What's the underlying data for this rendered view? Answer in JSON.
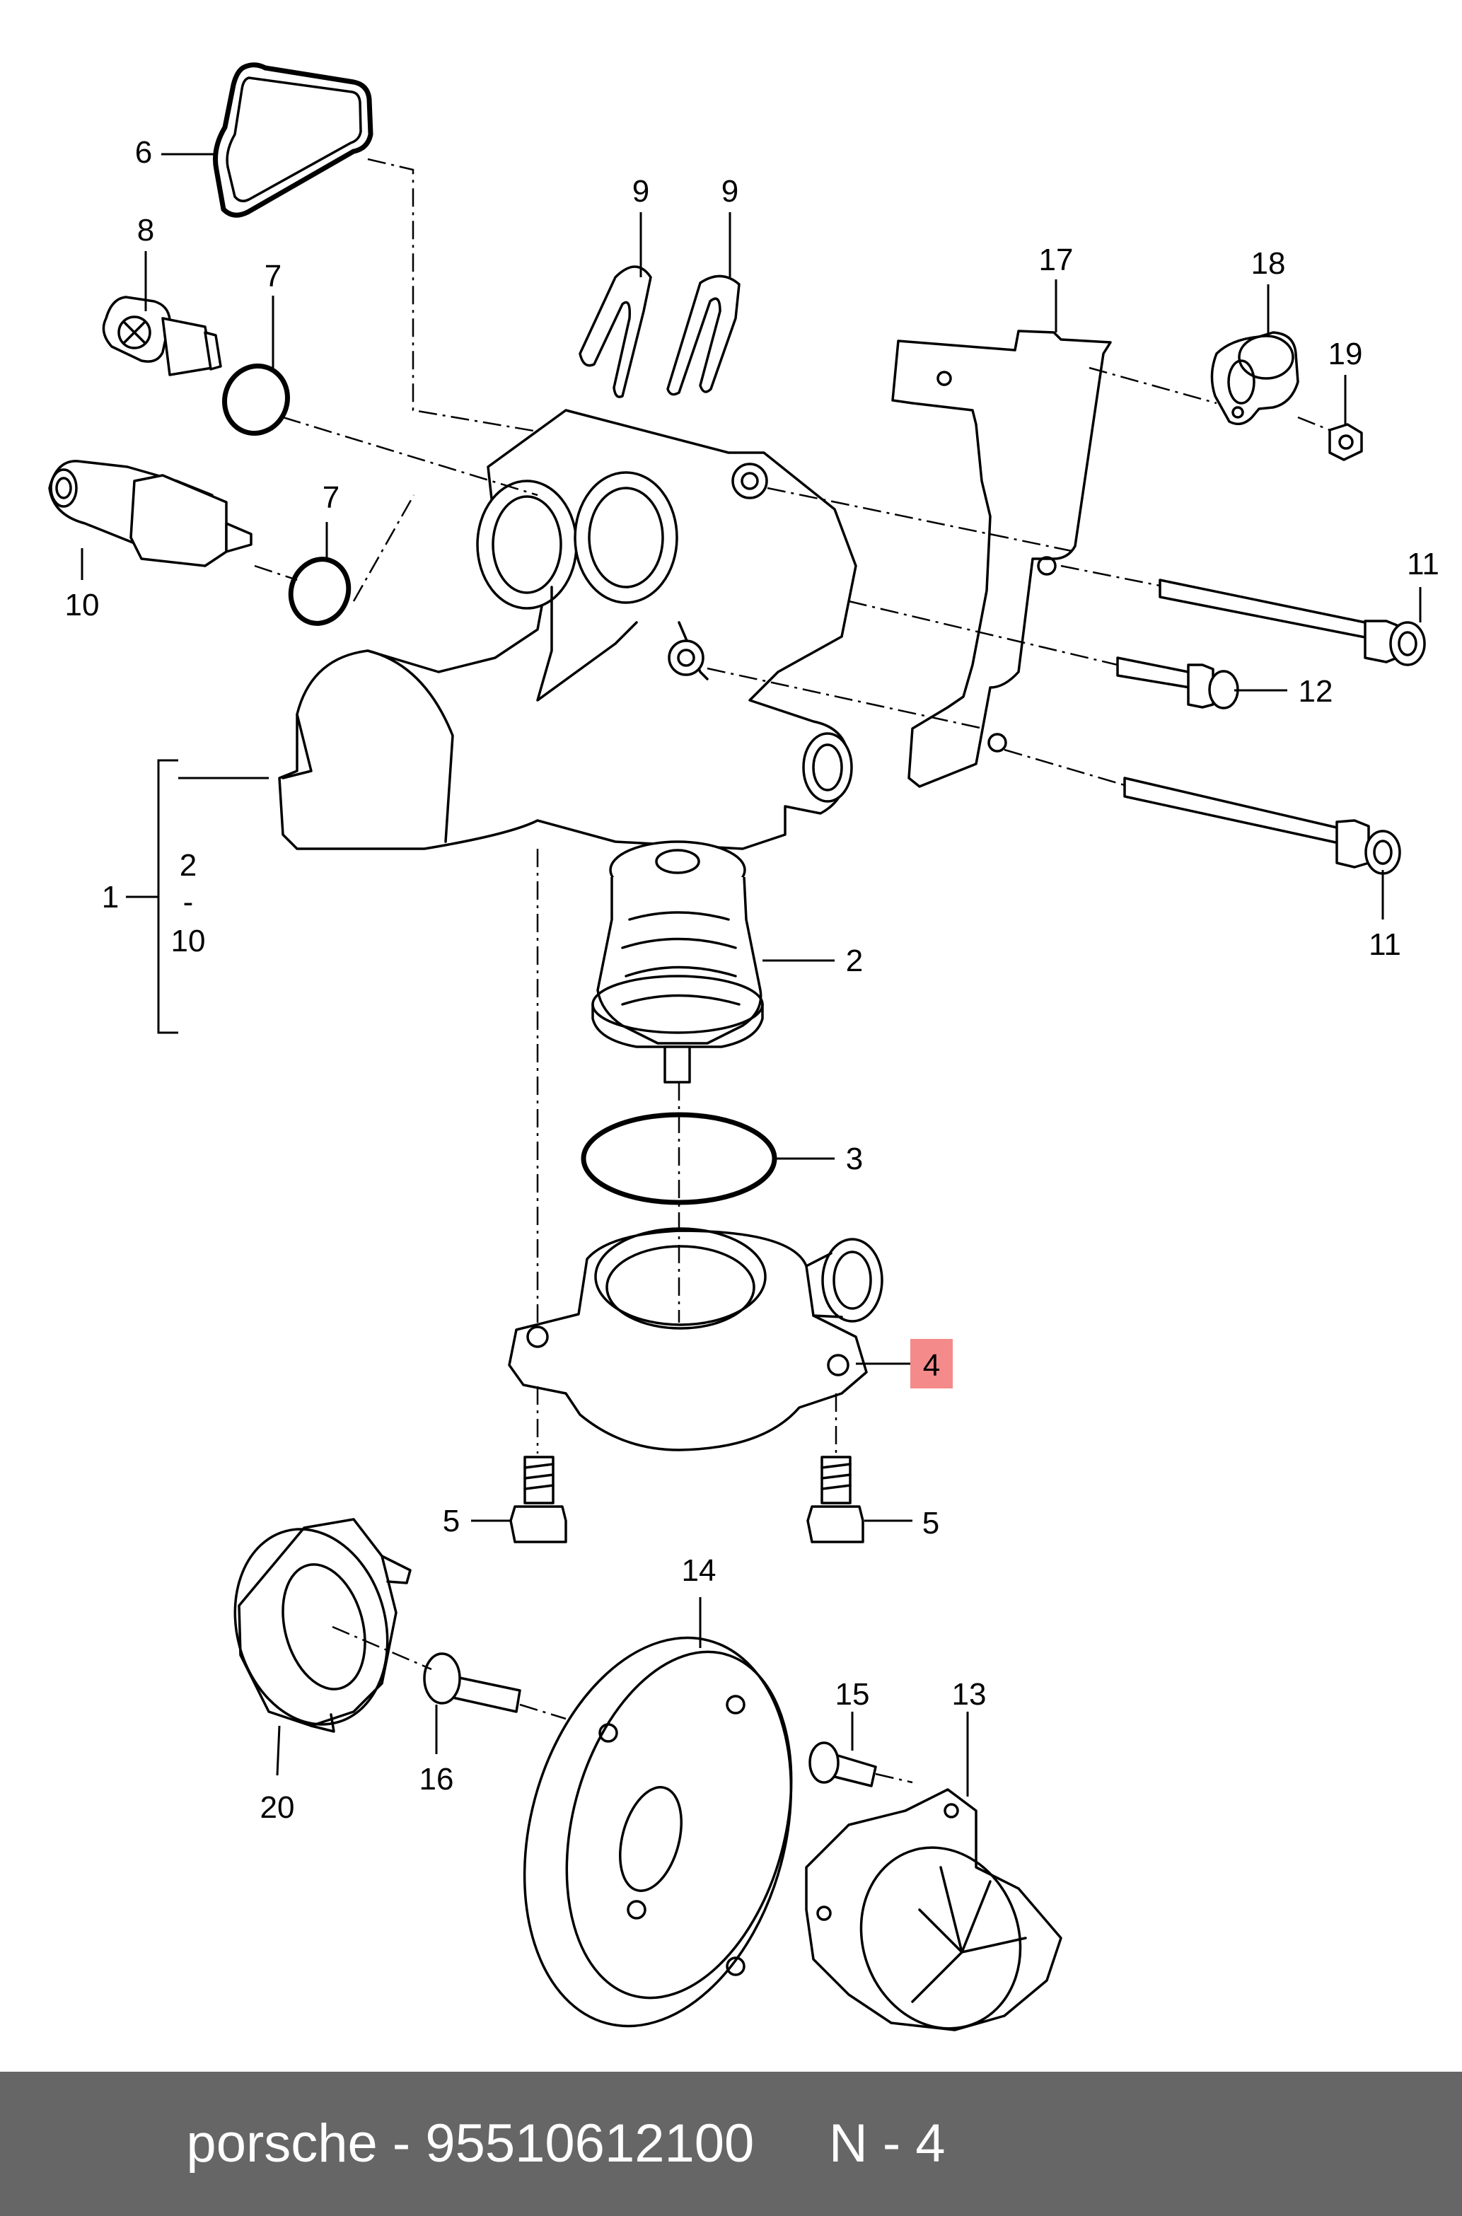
{
  "callouts": {
    "c6": "6",
    "c8": "8",
    "c7a": "7",
    "c7b": "7",
    "c9a": "9",
    "c9b": "9",
    "c17": "17",
    "c18": "18",
    "c19": "19",
    "c10": "10",
    "c11a": "11",
    "c12": "12",
    "c11b": "11",
    "c1": "1",
    "c2r": "2",
    "c2": "2",
    "cdash": "-",
    "c10r": "10",
    "c3": "3",
    "c4": "4",
    "c5a": "5",
    "c5b": "5",
    "c14": "14",
    "c15": "15",
    "c13": "13",
    "c16": "16",
    "c20": "20"
  },
  "highlight_color": "#f48a8a",
  "footer": {
    "text": "porsche - 95510612100     N - 4",
    "background": "#666666"
  }
}
